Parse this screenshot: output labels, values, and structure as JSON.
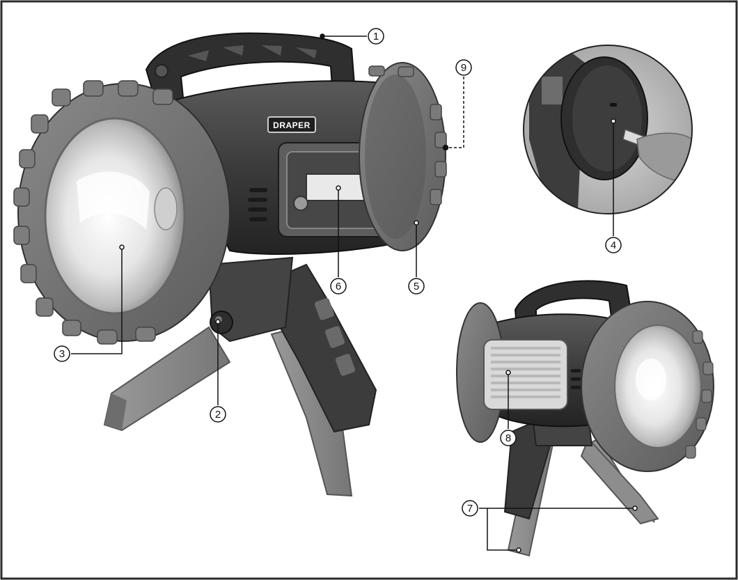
{
  "brand": {
    "logo_text": "DRAPER"
  },
  "callouts": [
    {
      "id": "1",
      "label": "1"
    },
    {
      "id": "2",
      "label": "2"
    },
    {
      "id": "3",
      "label": "3"
    },
    {
      "id": "4",
      "label": "4"
    },
    {
      "id": "5",
      "label": "5"
    },
    {
      "id": "6",
      "label": "6"
    },
    {
      "id": "7",
      "label": "7"
    },
    {
      "id": "8",
      "label": "8"
    },
    {
      "id": "9",
      "label": "9"
    }
  ],
  "colors": {
    "frame": "#2b2b2b",
    "body_dark": "#3a3a3a",
    "bezel": "#6e6e6e",
    "leg": "#8a8a8a",
    "lens_light": "#f2f2f2"
  }
}
